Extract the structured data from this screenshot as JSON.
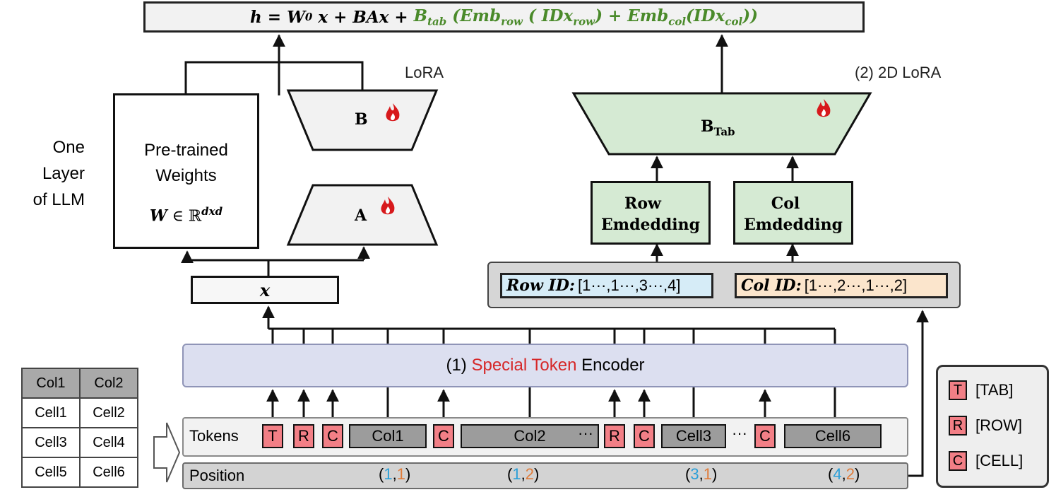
{
  "formula": {
    "h": "h",
    "eq": " = ",
    "w": "W",
    "w_sub": "0",
    "x_part": " x + BAx + ",
    "b": "B",
    "b_sub": "tab",
    "open1": " (Emb",
    "row_sub": "row",
    "open2": " ( IDx",
    "row_sub2": "row",
    "mid": ") + Emb",
    "col_sub": "col",
    "open3": "(IDx",
    "col_sub2": "col",
    "close": "))"
  },
  "lora": {
    "label": "LoRA",
    "pretrained_line1": "Pre-trained",
    "pretrained_line2": "Weights",
    "weight_symbol": "W",
    "weight_in": " ∈ ℝ",
    "weight_sup": "dxd",
    "b_label": "B",
    "a_label": "A",
    "x_label": "x"
  },
  "lora2d": {
    "label": "(2) 2D LoRA",
    "btab": "B",
    "btab_sub": "Tab",
    "row_emb_line1": "Row",
    "row_emb_line2": "Emdedding",
    "col_emb_line1": "Col",
    "col_emb_line2": "Emdedding",
    "row_id_key": "Row ID:",
    "row_id_val": "[1···,1···,3···,4]",
    "col_id_key": "Col ID:",
    "col_id_val": "[1···,2···,1···,2]"
  },
  "encoder": {
    "prefix": "(1) ",
    "highlight": "Special Token",
    "suffix": " Encoder"
  },
  "side_label": {
    "line1": "One",
    "line2": "Layer",
    "line3": "of LLM"
  },
  "tokens_label": "Tokens",
  "position_label": "Position",
  "tokens": [
    "T",
    "R",
    "C",
    "Col1",
    "C",
    "Col2",
    "···",
    "R",
    "C",
    "Cell3",
    "···",
    "C",
    "Cell6"
  ],
  "positions": [
    {
      "row": "1",
      "col": "1"
    },
    {
      "row": "1",
      "col": "2"
    },
    {
      "row": "3",
      "col": "1"
    },
    {
      "row": "4",
      "col": "2"
    }
  ],
  "table": {
    "header": [
      "Col1",
      "Col2"
    ],
    "rows": [
      [
        "Cell1",
        "Cell2"
      ],
      [
        "Cell3",
        "Cell4"
      ],
      [
        "Cell5",
        "Cell6"
      ]
    ]
  },
  "legend": [
    {
      "key": "T",
      "label": "[TAB]"
    },
    {
      "key": "R",
      "label": "[ROW]"
    },
    {
      "key": "C",
      "label": "[CELL]"
    }
  ],
  "colors": {
    "formula_green": "#4a8a2a",
    "special_red": "#d62728",
    "token_pink": "#f27f86",
    "row_blue": "#2a9fd8",
    "col_orange": "#e07b39",
    "lora_panel": "#ebebeb",
    "lora2d_panel": "#fbe3e5",
    "embedding_green": "#d5ead3",
    "encoder_lavender": "#dcdff0"
  },
  "icons": {
    "frozen": "snowflake-icon",
    "trainable": "flame-icon",
    "flow": "arrow-icon"
  }
}
